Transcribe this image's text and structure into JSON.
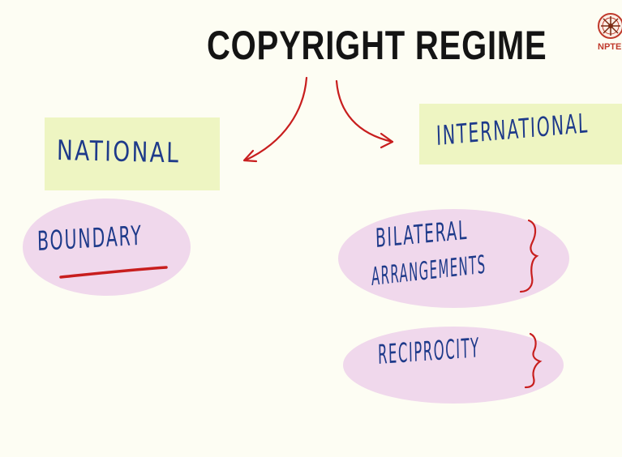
{
  "diagram": {
    "title": "COPYRIGHT REGIME",
    "logo": {
      "text": "NPTEL",
      "icon": "nptel-wheel-icon"
    },
    "left_branch": {
      "heading": "NATIONAL",
      "item": "BOUNDARY"
    },
    "right_branch": {
      "heading": "INTERNATIONAL",
      "items": [
        "BILATERAL",
        "ARRANGEMENTS",
        "RECIPROCITY"
      ]
    },
    "colors": {
      "box_fill": "#eef5c2",
      "ellipse_fill": "#f0d8ec",
      "ink_blue": "#1e3a8a",
      "ink_red": "#c81e1e"
    }
  }
}
